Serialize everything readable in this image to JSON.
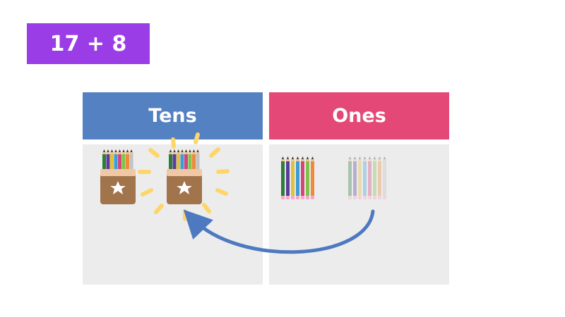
{
  "equation": {
    "text": "17 + 8",
    "color": "#9b3de6"
  },
  "columns": {
    "tens": {
      "label": "Tens",
      "header_color": "#5481c1",
      "body_color": "#ececec"
    },
    "ones": {
      "label": "Ones",
      "header_color": "#e44876",
      "body_color": "#ececec"
    }
  },
  "tens_place": {
    "boxes": 2,
    "highlighted_box": "new ten (with glow)"
  },
  "ones_place": {
    "pencils_solid": 7,
    "pencils_faded": 8
  },
  "arrow": {
    "color": "#4d79c0",
    "from": "ones",
    "to": "tens"
  },
  "glow_color": "#fdd66a"
}
